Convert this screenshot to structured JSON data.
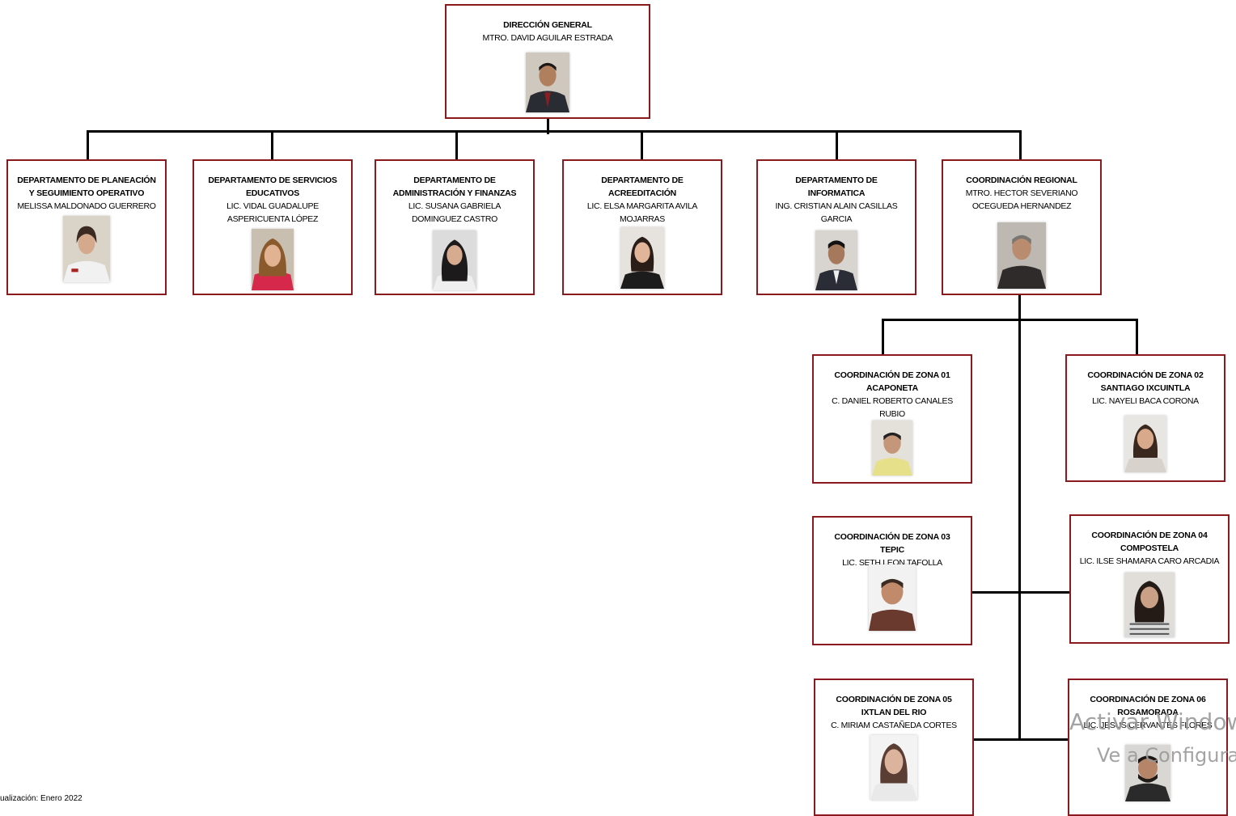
{
  "nodes": {
    "direccion": {
      "title": "DIRECCIÓN GENERAL",
      "person": "MTRO. DAVID AGUILAR ESTRADA"
    },
    "planeacion": {
      "title": "DEPARTAMENTO DE PLANEACIÓN Y SEGUIMIENTO OPERATIVO",
      "person": "MELISSA MALDONADO GUERRERO"
    },
    "servicios": {
      "title": "DEPARTAMENTO DE SERVICIOS EDUCATIVOS",
      "person": "LIC.  VIDAL GUADALUPE ASPERICUENTA LÓPEZ"
    },
    "administracion": {
      "title": "DEPARTAMENTO DE ADMINISTRACIÓN Y FINANZAS",
      "person": "LIC. SUSANA GABRIELA DOMINGUEZ CASTRO"
    },
    "acreditacion": {
      "title": "DEPARTAMENTO DE ACREEDITACIÓN",
      "person": "LIC. ELSA MARGARITA AVILA MOJARRAS"
    },
    "informatica": {
      "title": "DEPARTAMENTO DE INFORMATICA",
      "person": "ING. CRISTIAN ALAIN CASILLAS GARCIA"
    },
    "regional": {
      "title": "COORDINACIÓN REGIONAL",
      "person": "MTRO. HECTOR SEVERIANO OCEGUEDA HERNANDEZ"
    },
    "zona01": {
      "title": "COORDINACIÓN DE ZONA 01 ACAPONETA",
      "person": "C. DANIEL ROBERTO CANALES RUBIO"
    },
    "zona02": {
      "title": "COORDINACIÓN DE ZONA 02 SANTIAGO IXCUINTLA",
      "person": "LIC. NAYELI BACA CORONA"
    },
    "zona03": {
      "title": "COORDINACIÓN DE ZONA 03 TEPIC",
      "person": "LIC. SETH LEON TAFOLLA"
    },
    "zona04": {
      "title": "COORDINACIÓN DE ZONA 04 COMPOSTELA",
      "person": "LIC. ILSE SHAMARA CARO ARCADIA"
    },
    "zona05": {
      "title": "COORDINACIÓN DE ZONA 05 IXTLAN DEL RIO",
      "person": "C. MIRIAM CASTAÑEDA CORTES"
    },
    "zona06": {
      "title": "COORDINACIÓN DE ZONA 06 ROSAMORADA",
      "person": "LIC. JESUS CERVANTES FLORES"
    }
  },
  "footer": "ualización: Enero 2022",
  "watermark": {
    "line1": "Activar Windows",
    "line2": "Ve a Configuración"
  }
}
